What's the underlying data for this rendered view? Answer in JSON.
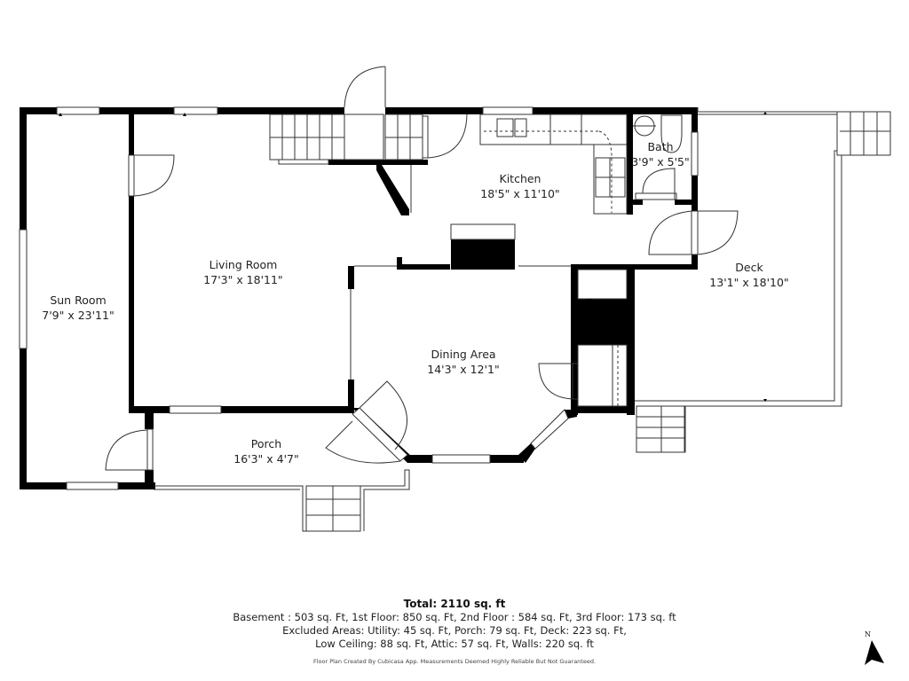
{
  "rooms": [
    {
      "id": "sun-room",
      "name": "Sun Room",
      "dims": "7'9\" x 23'11\""
    },
    {
      "id": "living-room",
      "name": "Living Room",
      "dims": "17'3\" x 18'11\""
    },
    {
      "id": "kitchen",
      "name": "Kitchen",
      "dims": "18'5\" x 11'10\""
    },
    {
      "id": "bath",
      "name": "Bath",
      "dims": "3'9\" x 5'5\""
    },
    {
      "id": "deck",
      "name": "Deck",
      "dims": "13'1\" x 18'10\""
    },
    {
      "id": "dining-area",
      "name": "Dining Area",
      "dims": "14'3\" x 12'1\""
    },
    {
      "id": "porch",
      "name": "Porch",
      "dims": "16'3\" x 4'7\""
    }
  ],
  "summary": {
    "total": "Total: 2110 sq. ft",
    "lines": [
      "Basement : 503 sq. Ft, 1st Floor: 850 sq. Ft, 2nd Floor : 584 sq. Ft, 3rd Floor: 173 sq. ft",
      "Excluded Areas: Utility: 45 sq. Ft, Porch: 79 sq. Ft, Deck: 223 sq. Ft,",
      "Low Ceiling: 88 sq. Ft, Attic: 57 sq. Ft, Walls: 220 sq. ft"
    ],
    "disclaimer": "Floor Plan Created By Cubicasa App. Measurements Deemed Highly Reliable But Not Guaranteed."
  },
  "compass": {
    "label": "N",
    "color": "#000000"
  },
  "colors": {
    "wall": "#000000",
    "line": "#333333",
    "background": "#ffffff"
  }
}
